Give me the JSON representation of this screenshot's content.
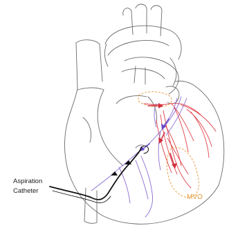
{
  "labels": {
    "catheter_line1": "Aspiration",
    "catheter_line2": "Catheter",
    "mvo": "MVO"
  },
  "colors": {
    "outline": "#6a6a6a",
    "artery": "#e0404a",
    "vein": "#8a6ad0",
    "catheter": "#111111",
    "mvo_zone": "#e59a3a",
    "mvo_label": "#e59a3a"
  }
}
